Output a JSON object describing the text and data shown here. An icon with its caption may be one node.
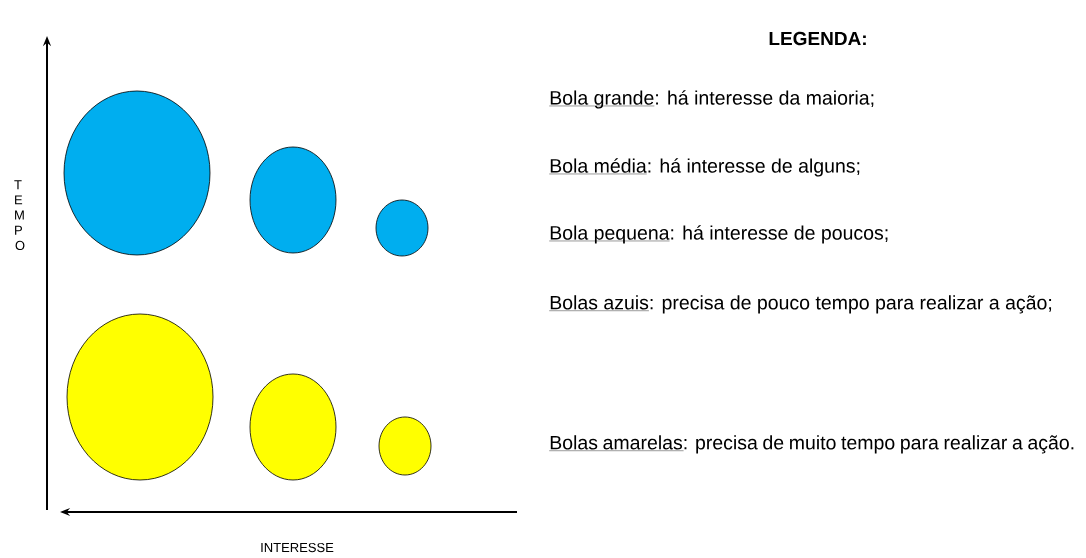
{
  "diagram": {
    "nodes": [
      {
        "text": [],
        "shape": "circle"
      },
      {
        "text": [],
        "shape": "circle"
      },
      {
        "text": [],
        "shape": "circle"
      },
      {
        "text": [],
        "shape": "circle"
      },
      {
        "text": [],
        "shape": "circle"
      },
      {
        "text": [],
        "shape": "circle"
      }
    ],
    "labels": [
      "TEMPO",
      "INTERESSE",
      "LEGENDA:",
      "Bola grande: há interesse da maioria;",
      "Bola média: há interesse de alguns;",
      "Bola pequena: há interesse de poucos;",
      "Bolas azuis: precisa de pouco tempo para realizar a ação;",
      "Bolas amarelas: precisa de muito tempo para realizar a ação."
    ]
  }
}
